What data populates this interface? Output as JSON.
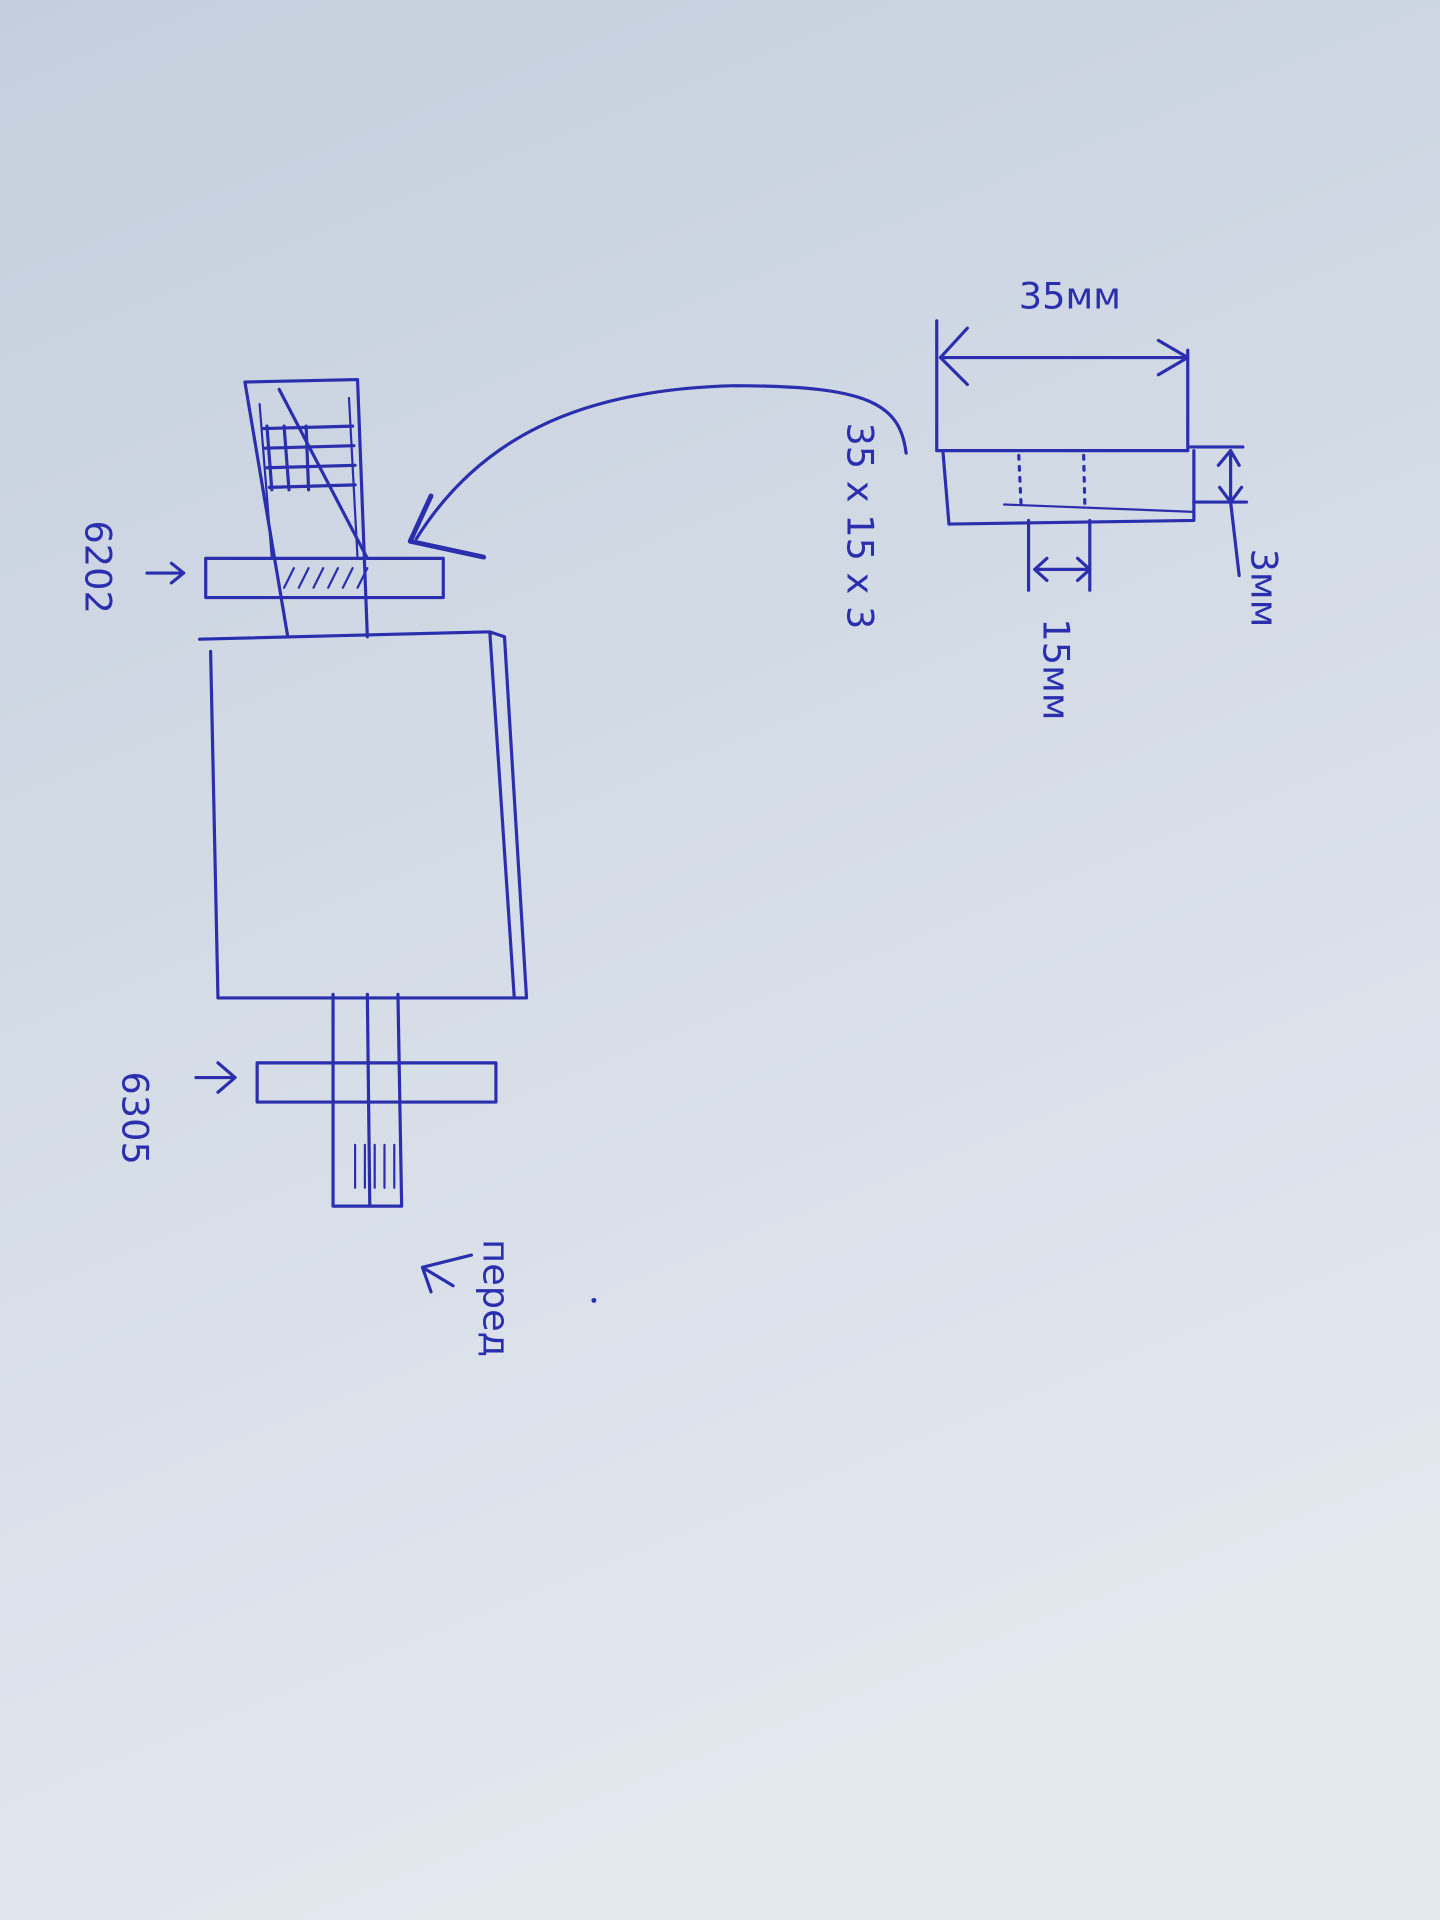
{
  "colors": {
    "ink": "#2b2fae",
    "paper_top": "#c4cfdd",
    "paper_bottom": "#e3e8ef"
  },
  "labels": {
    "front_bearing": "6202",
    "rear_bearing": "6305",
    "front_direction": "перед",
    "washer_size": "35 x 15 x 3",
    "outer_diameter": "35мм",
    "inner_diameter": "15мм",
    "thickness": "3мм"
  }
}
